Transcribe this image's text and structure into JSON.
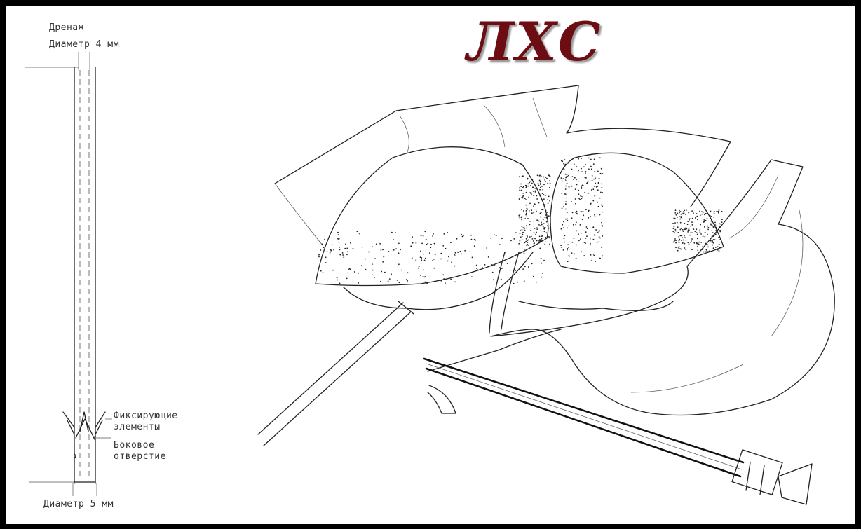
{
  "title": "ЛХС",
  "drain": {
    "name": "Дренаж",
    "top_diameter": "Диаметр 4 мм",
    "fixing_label_line1": "Фиксирующие",
    "fixing_label_line2": "элементы",
    "side_hole_line1": "Боковое",
    "side_hole_line2": "отверстие",
    "bottom_diameter": "Диаметр 5 мм"
  },
  "colors": {
    "background": "#000000",
    "paper": "#ffffff",
    "title": "#6b0d12"
  }
}
